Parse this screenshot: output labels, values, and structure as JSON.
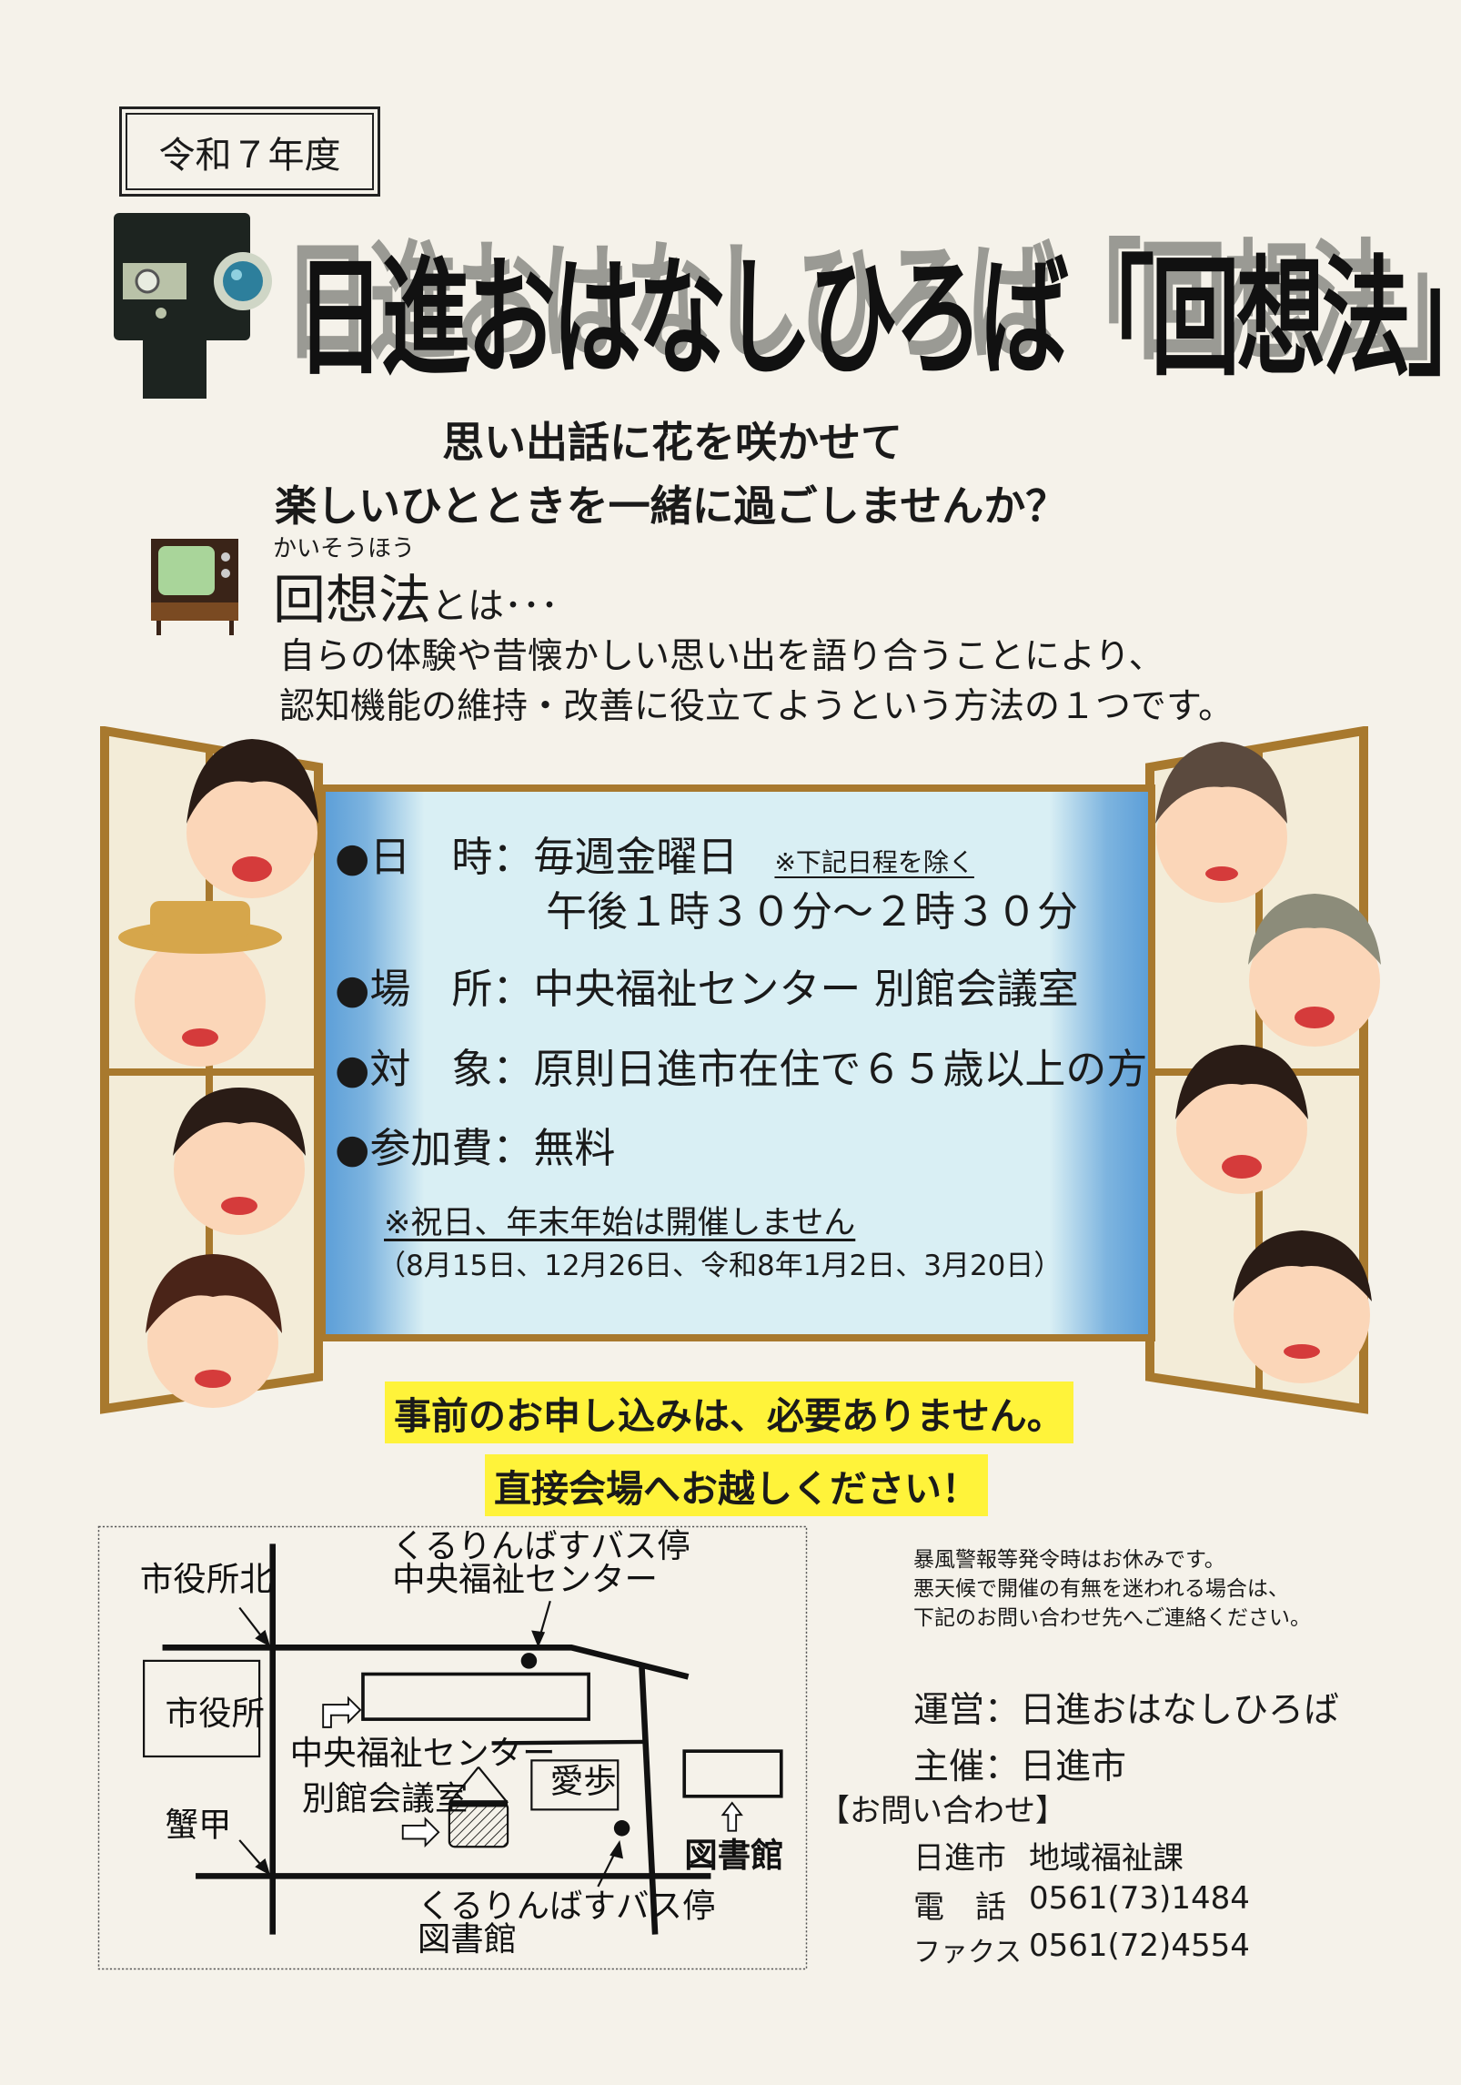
{
  "header": {
    "year_label": "令和７年度",
    "title": "日進おはなしひろば「回想法」",
    "subtitle_line1": "思い出話に花を咲かせて",
    "subtitle_line2": "楽しいひとときを一緒に過ごしませんか？"
  },
  "about": {
    "ruby": "かいそうほう",
    "term": "回想法",
    "term_suffix": "とは･･･",
    "line1": "自らの体験や昔懐かしい思い出を語り合うことにより、",
    "line2": "認知機能の維持・改善に役立てようという方法の１つです。"
  },
  "info": {
    "datetime_label": "日　時：",
    "datetime_value": "毎週金曜日",
    "datetime_note": "※下記日程を除く",
    "time_value": "午後１時３０分～２時３０分",
    "place_label": "場　所：",
    "place_value": "中央福祉センター 別館会議室",
    "target_label": "対　象：",
    "target_value": "原則日進市在住で６５歳以上の方",
    "fee_label": "参加費：",
    "fee_value": "無料",
    "holiday_note": "※祝日、年末年始は開催しません",
    "excluded_dates": "（8月15日、12月26日、令和8年1月2日、3月20日）"
  },
  "notice": {
    "line1": "事前のお申し込みは、必要ありません。",
    "line2": "直接会場へお越しください！"
  },
  "map": {
    "bus_stop_north": "くるりんばすバス停",
    "bus_stop_north_name": "中央福祉センター",
    "city_hall_north": "市役所北",
    "city_hall": "市役所",
    "center": "中央福祉センター",
    "annex": "別館会議室",
    "aiho": "愛歩",
    "kanikabuto": "蟹甲",
    "library": "図書館",
    "bus_stop_south": "くるりんばすバス停",
    "bus_stop_south_name": "図書館"
  },
  "side": {
    "weather_line1": "暴風警報等発令時はお休みです。",
    "weather_line2": "悪天候で開催の有無を迷われる場合は、",
    "weather_line3": "下記のお問い合わせ先へご連絡ください。",
    "operator": "運営：日進おはなしひろば",
    "host": "主催：日進市",
    "contact_heading": "【お問い合わせ】",
    "dept_org": "日進市",
    "dept_name": "地域福祉課",
    "tel_label": "電　話",
    "tel": "0561(73)1484",
    "fax_label": "ファクス",
    "fax": "0561(72)4554"
  },
  "colors": {
    "paper": "#f5f2ea",
    "frame": "#a8792e",
    "sky": "#d9eff4",
    "curtain": "#5d9fd8",
    "highlight": "#fff33a"
  }
}
